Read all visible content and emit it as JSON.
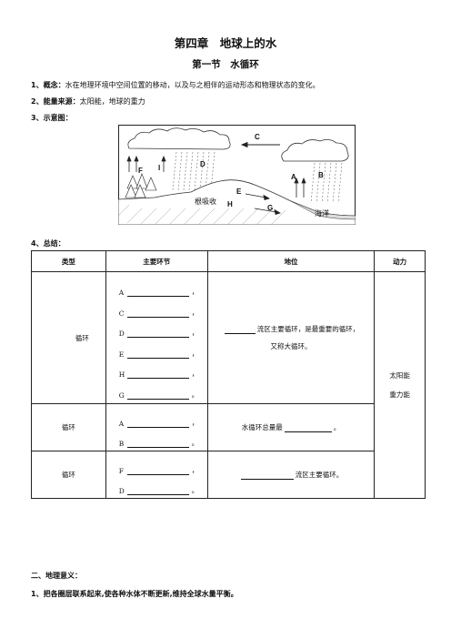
{
  "chapter_title": "第四章　地球上的水",
  "section_title": "第一节　水循环",
  "items": {
    "concept_label": "1、概念：",
    "concept_text": "水在地理环境中空间位置的移动，以及与之相伴的运动形态和物理状态的变化。",
    "energy_label": "2、能量来源：",
    "energy_text": "太阳能，地球的重力",
    "diagram_label": "3、示意图：",
    "summary_label": "4、总结："
  },
  "diagram": {
    "labels": [
      "C",
      "D",
      "F",
      "I",
      "A",
      "B",
      "E",
      "H",
      "G"
    ],
    "root_text": "根吸收",
    "sea_text": "海洋"
  },
  "table": {
    "headers": [
      "类型",
      "主要环节",
      "地位",
      "动力"
    ],
    "rows": [
      {
        "type": "循环",
        "links": [
          "A",
          "C",
          "D",
          "E",
          "H",
          "G"
        ],
        "status_line1": "流区主要循环，是最重要的循环，",
        "status_line2": "又称大循环。"
      },
      {
        "type": "循环",
        "links": [
          "A",
          "B"
        ],
        "status": "水循环总量最",
        "status_end": "。"
      },
      {
        "type": "循环",
        "links": [
          "F",
          "D"
        ],
        "status": "流区主要循环。"
      }
    ],
    "power": [
      "太阳能",
      "重力能"
    ],
    "punct_comma": "，",
    "punct_period": "。"
  },
  "footer": {
    "heading": "二、地理意义：",
    "point1": "1、把各圈层联系起来,使各种水体不断更新,维持全球水量平衡。"
  }
}
